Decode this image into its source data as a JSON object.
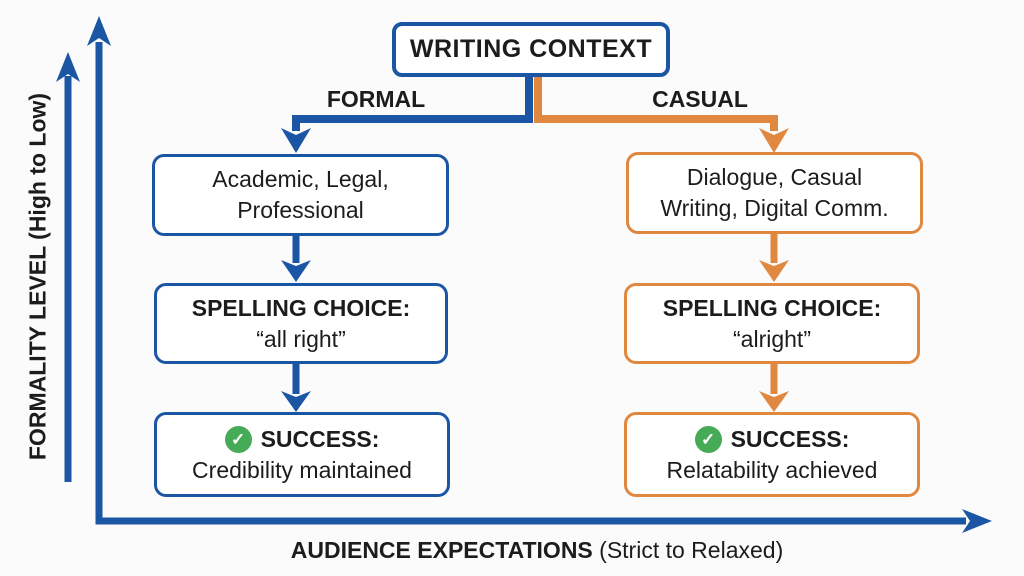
{
  "palette": {
    "blue": "#1b56a4",
    "orange": "#e08740",
    "green": "#45ab57",
    "ink": "#1c1c1e",
    "bg": "#fbfbfb",
    "box_bg": "#ffffff"
  },
  "icons": {
    "check": "✓"
  },
  "root_box": {
    "label": "WRITING CONTEXT"
  },
  "branches": {
    "formal": {
      "label": "FORMAL",
      "context": {
        "line1": "Academic, Legal,",
        "line2": "Professional"
      },
      "choice": {
        "title": "SPELLING CHOICE:",
        "value": "“all right”"
      },
      "success": {
        "title": "SUCCESS:",
        "desc": "Credibility maintained"
      }
    },
    "casual": {
      "label": "CASUAL",
      "context": {
        "line1": "Dialogue, Casual",
        "line2": "Writing, Digital Comm."
      },
      "choice": {
        "title": "SPELLING CHOICE:",
        "value": "“alright”"
      },
      "success": {
        "title": "SUCCESS:",
        "desc": "Relatability achieved"
      }
    }
  },
  "axes": {
    "y": {
      "label": "FORMALITY LEVEL (High to Low)"
    },
    "x": {
      "label_bold": "AUDIENCE EXPECTATIONS",
      "label_rest": " (Strict to Relaxed)"
    }
  }
}
